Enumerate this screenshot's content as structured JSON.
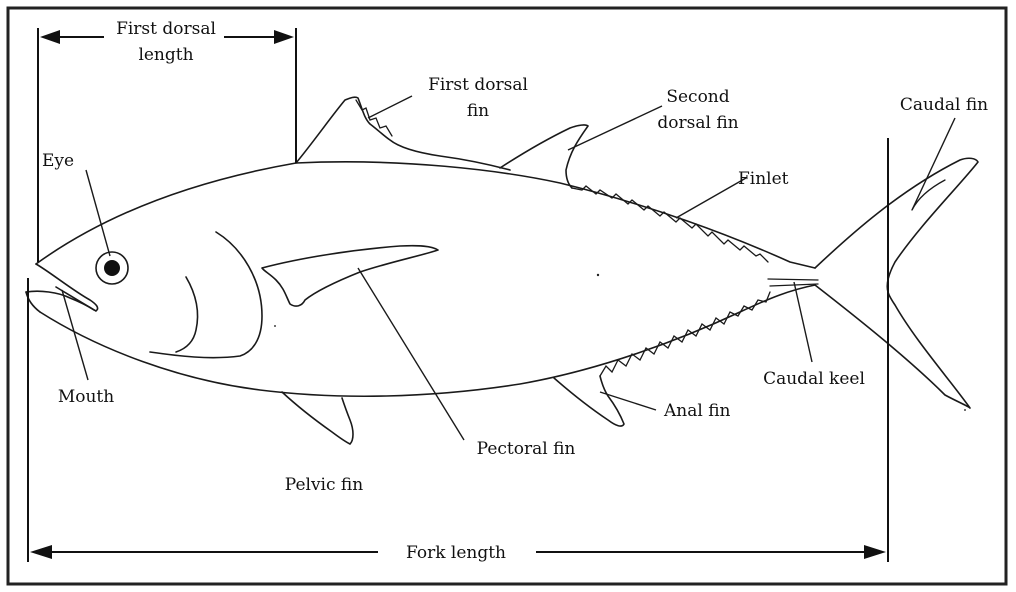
{
  "diagram": {
    "labels": {
      "first_dorsal_length_line1": "First dorsal",
      "first_dorsal_length_line2": "length",
      "first_dorsal_fin_line1": "First dorsal",
      "first_dorsal_fin_line2": "fin",
      "second_dorsal_fin_line1": "Second",
      "second_dorsal_fin_line2": "dorsal fin",
      "caudal_fin": "Caudal fin",
      "eye": "Eye",
      "finlet": "Finlet",
      "mouth": "Mouth",
      "caudal_keel": "Caudal keel",
      "anal_fin": "Anal fin",
      "pectoral_fin": "Pectoral fin",
      "pelvic_fin": "Pelvic fin",
      "fork_length": "Fork length"
    }
  }
}
